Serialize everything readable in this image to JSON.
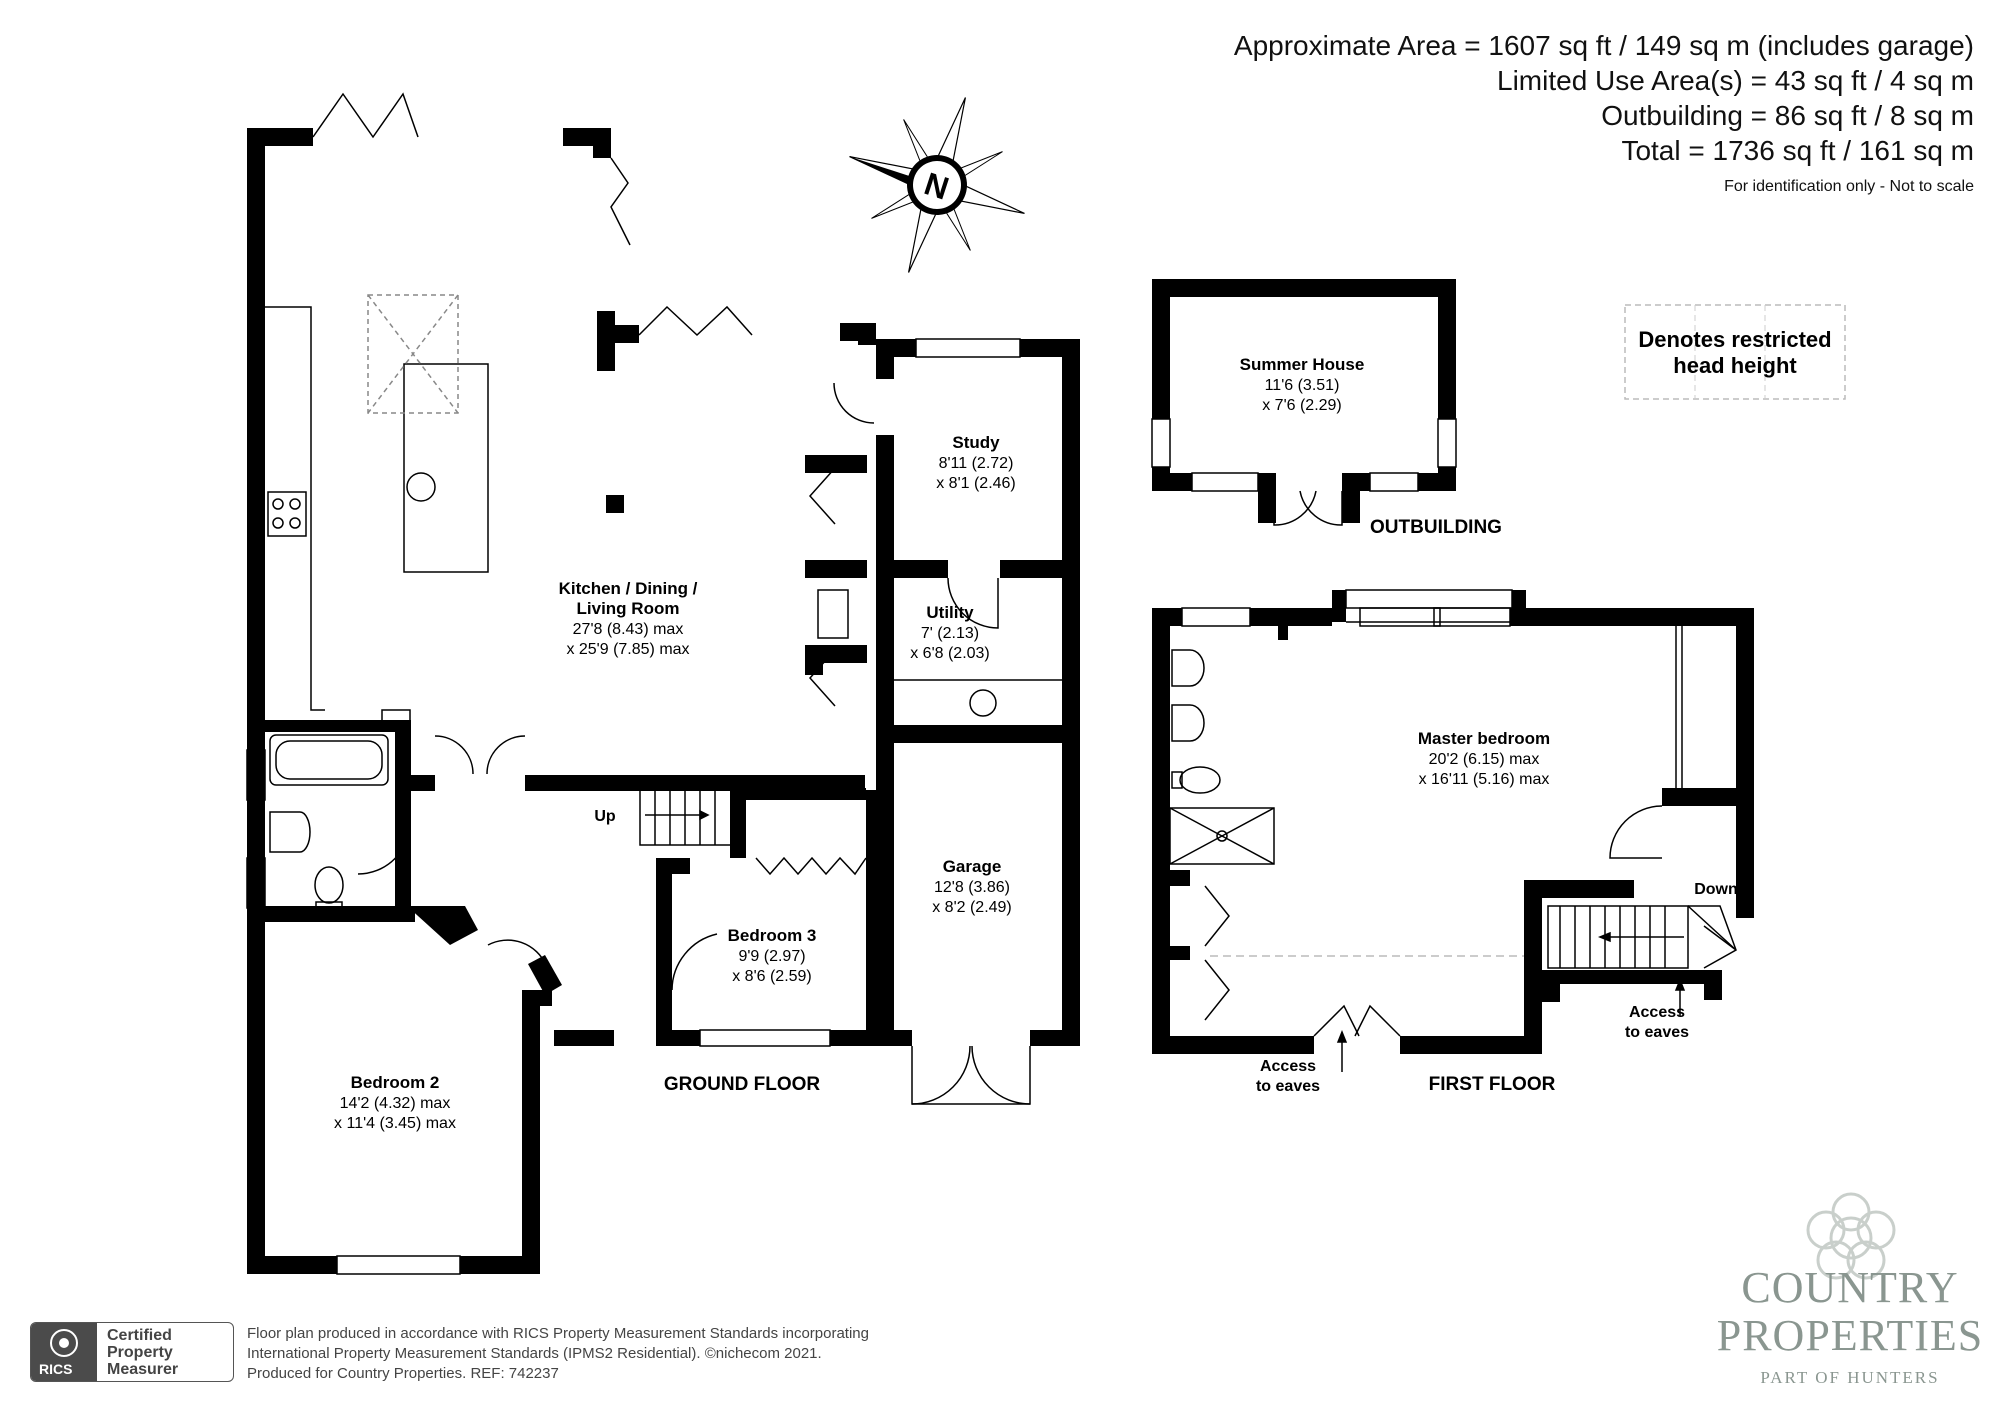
{
  "areas": {
    "approximate": "Approximate Area = 1607 sq ft / 149 sq m (includes garage)",
    "limited_use": "Limited Use Area(s) = 43 sq ft / 4 sq m",
    "outbuilding": "Outbuilding = 86 sq ft / 8 sq m",
    "total": "Total = 1736 sq ft / 161 sq m",
    "note": "For identification only - Not to scale"
  },
  "legend": {
    "line1": "Denotes restricted",
    "line2": "head height"
  },
  "compass": {
    "letter": "N"
  },
  "rooms": {
    "kitchen": {
      "name1": "Kitchen / Dining /",
      "name2": "Living Room",
      "dim1": "27'8 (8.43) max",
      "dim2": "x 25'9 (7.85) max"
    },
    "study": {
      "name": "Study",
      "dim1": "8'11 (2.72)",
      "dim2": "x 8'1 (2.46)"
    },
    "utility": {
      "name": "Utility",
      "dim1": "7' (2.13)",
      "dim2": "x 6'8 (2.03)"
    },
    "garage": {
      "name": "Garage",
      "dim1": "12'8 (3.86)",
      "dim2": "x 8'2 (2.49)"
    },
    "bedroom3": {
      "name": "Bedroom 3",
      "dim1": "9'9 (2.97)",
      "dim2": "x 8'6 (2.59)"
    },
    "bedroom2": {
      "name": "Bedroom 2",
      "dim1": "14'2 (4.32) max",
      "dim2": "x 11'4 (3.45) max"
    },
    "summer_house": {
      "name": "Summer House",
      "dim1": "11'6 (3.51)",
      "dim2": "x 7'6 (2.29)"
    },
    "master": {
      "name": "Master bedroom",
      "dim1": "20'2 (6.15) max",
      "dim2": "x 16'11 (5.16) max"
    }
  },
  "labels": {
    "up": "Up",
    "down": "Down",
    "ground_floor": "GROUND FLOOR",
    "first_floor": "FIRST FLOOR",
    "outbuilding": "OUTBUILDING",
    "eaves_line1": "Access",
    "eaves_line2": "to eaves"
  },
  "footer": {
    "line1": "Floor plan produced in accordance with RICS Property Measurement Standards incorporating",
    "line2": "International Property Measurement Standards (IPMS2 Residential).   ©nichecom 2021.",
    "line3": "Produced for Country Properties.   REF: 742237"
  },
  "rics": {
    "word": "RICS",
    "cert1": "Certified",
    "cert2": "Property",
    "cert3": "Measurer"
  },
  "brand": {
    "line1": "COUNTRY",
    "line2": "PROPERTIES",
    "line3": "PART OF HUNTERS"
  }
}
